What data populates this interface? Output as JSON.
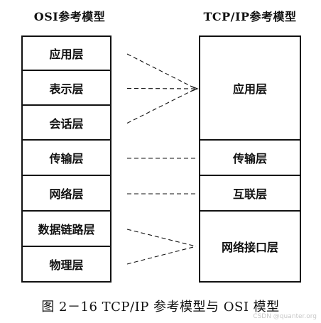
{
  "osi": {
    "title": "OSI参考模型",
    "layers": [
      "应用层",
      "表示层",
      "会话层",
      "传输层",
      "网络层",
      "数据链路层",
      "物理层"
    ]
  },
  "tcpip": {
    "title": "TCP/IP参考模型",
    "layers": [
      "应用层",
      "传输层",
      "互联层",
      "网络接口层"
    ]
  },
  "mappings": [
    {
      "from": 0,
      "to": 0
    },
    {
      "from": 1,
      "to": 0
    },
    {
      "from": 2,
      "to": 0
    },
    {
      "from": 3,
      "to": 1
    },
    {
      "from": 4,
      "to": 2
    },
    {
      "from": 5,
      "to": 3
    },
    {
      "from": 6,
      "to": 3
    }
  ],
  "caption": "图 2－16   TCP/IP 参考模型与 OSI 模型",
  "watermark": "CSDN @quanter.org"
}
